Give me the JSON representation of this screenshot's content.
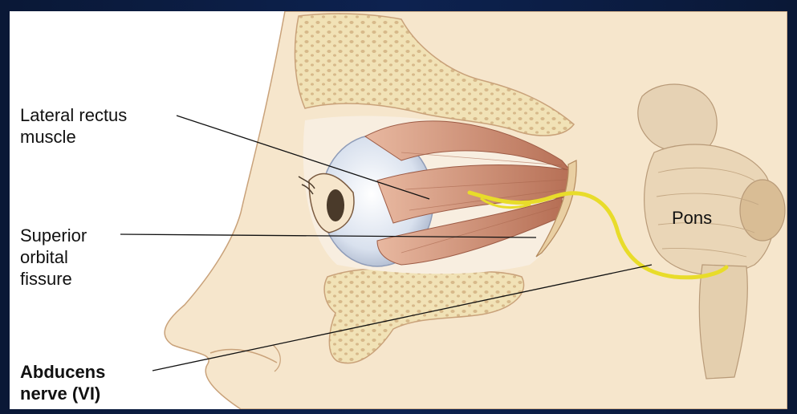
{
  "labels": {
    "lateral_rectus": [
      "Lateral rectus",
      "muscle"
    ],
    "superior_orbital_fissure": [
      "Superior",
      "orbital",
      "fissure"
    ],
    "abducens_nerve": [
      "Abducens",
      "nerve (VI)"
    ],
    "pons": "Pons"
  },
  "colors": {
    "frame": "#0d2250",
    "skin": "#f6e3c6",
    "bone": "#efdcad",
    "muscle": "#c98a6c",
    "nerve": "#e8dc2a",
    "brainstem": "#e8d3b4"
  }
}
